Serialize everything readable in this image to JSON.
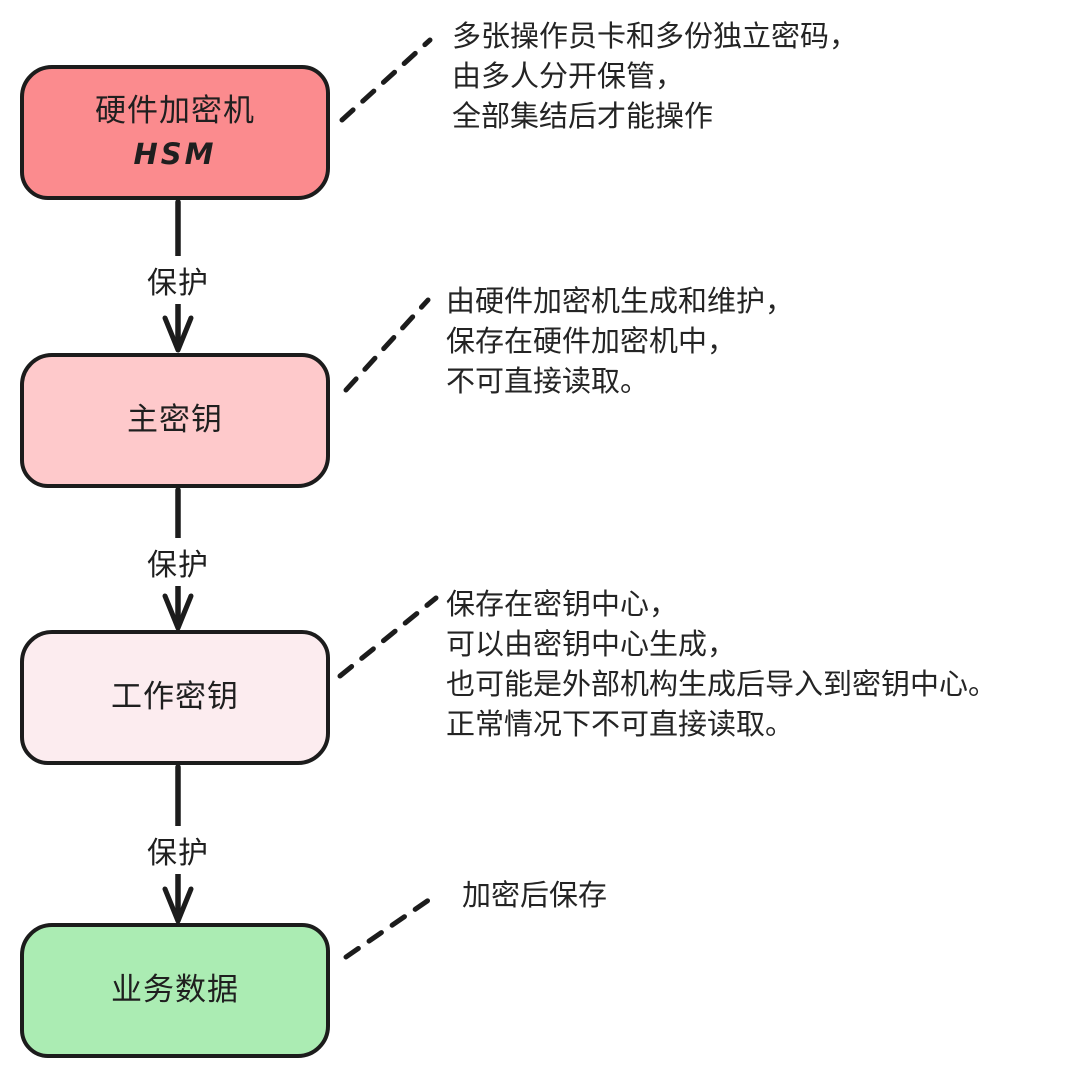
{
  "diagram": {
    "nodes": [
      {
        "id": "hsm",
        "label": "硬件加密机",
        "sublabel": "HSM",
        "fill": "#fb8b8e"
      },
      {
        "id": "master-key",
        "label": "主密钥",
        "fill": "#fec9cb"
      },
      {
        "id": "working-key",
        "label": "工作密钥",
        "fill": "#fcecef"
      },
      {
        "id": "business-data",
        "label": "业务数据",
        "fill": "#abecb3"
      }
    ],
    "edges": [
      {
        "from": "hsm",
        "to": "master-key",
        "label": "保护"
      },
      {
        "from": "master-key",
        "to": "working-key",
        "label": "保护"
      },
      {
        "from": "working-key",
        "to": "business-data",
        "label": "保护"
      }
    ],
    "annotations": [
      {
        "target": "hsm",
        "lines": [
          "多张操作员卡和多份独立密码，",
          "由多人分开保管，",
          "全部集结后才能操作"
        ]
      },
      {
        "target": "master-key",
        "lines": [
          "由硬件加密机生成和维护，",
          "保存在硬件加密机中，",
          "不可直接读取。"
        ]
      },
      {
        "target": "working-key",
        "lines": [
          "保存在密钥中心，",
          "可以由密钥中心生成，",
          "也可能是外部机构生成后导入到密钥中心。",
          "正常情况下不可直接读取。"
        ]
      },
      {
        "target": "business-data",
        "lines": [
          "加密后保存"
        ]
      }
    ],
    "colors": {
      "line": "#1c1c1c",
      "text": "#1f1f1f",
      "background": "#ffffff"
    }
  }
}
